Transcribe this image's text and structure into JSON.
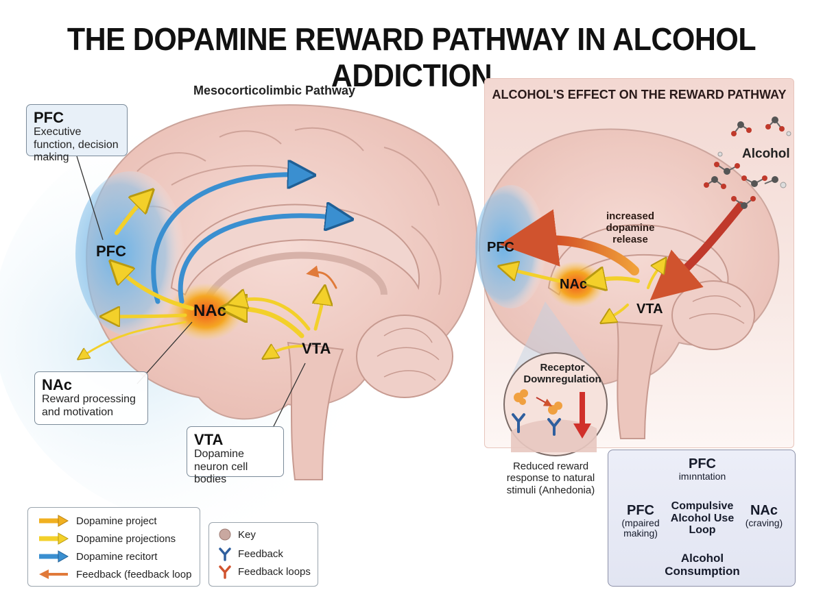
{
  "title": "THE DOPAMINE REWARD PATHWAY IN ALCOHOL ADDICTION",
  "left_panel": {
    "subtitle": "Mesocorticolimbic Pathway",
    "regions": {
      "pfc": "PFC",
      "nac": "NAc",
      "vta": "VTA"
    },
    "callouts": {
      "pfc": {
        "head": "PFC",
        "desc": "Executive function, decision making"
      },
      "nac": {
        "head": "NAc",
        "desc": "Reward processing and motivation"
      },
      "vta": {
        "head": "VTA",
        "desc": "Dopamine neuron cell bodies"
      }
    }
  },
  "right_panel": {
    "title": "ALCOHOL'S EFFECT ON THE REWARD PATHWAY",
    "alcohol_label": "Alcohol",
    "increased_label": "increased dopamine release",
    "regions": {
      "pfc": "PFC",
      "nac": "NAc",
      "vta": "VTA"
    },
    "receptor_title": "Receptor Downregulation",
    "reduced_text": "Reduced reward response to natural stimuli (Anhedonia)"
  },
  "loop": {
    "top_head": "PFC",
    "top_sub": "imınntation",
    "center": "Compulsive Alcohol Use Loop",
    "right_head": "NAc",
    "right_sub": "(craving)",
    "left_head": "PFC",
    "left_sub": "(mpaired making)",
    "bottom": "Alcohol Consumption"
  },
  "legend": {
    "items": [
      {
        "label": "Dopamine project",
        "color": "#f0b020"
      },
      {
        "label": "Dopamine projections",
        "color": "#f3d02a"
      },
      {
        "label": "Dopamine recitort",
        "color": "#3a8fd0"
      },
      {
        "label": "Feedback (feedback loop",
        "color": "#e07a3a"
      }
    ]
  },
  "key": {
    "items": [
      {
        "label": "Key",
        "icon": "circle-icon",
        "color": "#c9a8a0"
      },
      {
        "label": "Feedback",
        "icon": "receptor-icon",
        "color": "#2f5f9e"
      },
      {
        "label": "Feedback loops",
        "icon": "receptor-icon",
        "color": "#d0532e"
      }
    ]
  },
  "colors": {
    "dopamine_yellow": "#f3d02a",
    "dopamine_blue": "#3a8fd0",
    "feedback_orange": "#e07a3a",
    "alcohol_red": "#c0392b",
    "brain_pink": "#efc9c1"
  }
}
